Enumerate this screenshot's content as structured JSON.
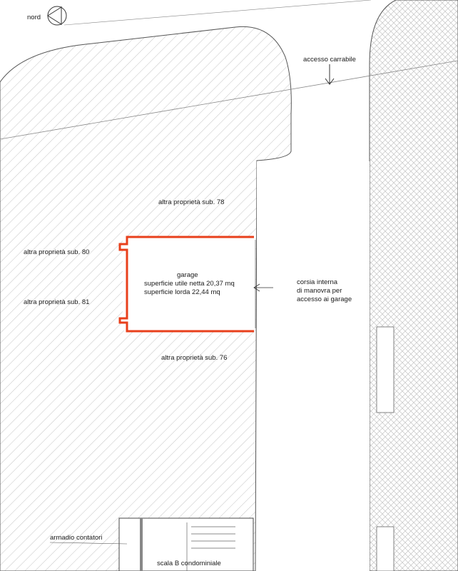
{
  "north_label": "nord",
  "labels": {
    "access": "accesso carrabile",
    "sub78": "altra proprietà sub. 78",
    "sub80": "altra proprietà sub. 80",
    "sub81": "altra proprietà sub. 81",
    "sub76": "altra proprietà sub. 76",
    "corridor": [
      "corsia interna",
      "di manovra per",
      "accesso ai garage"
    ],
    "meter_cabinet": "armadio contatori",
    "stair": "scala B condominiale"
  },
  "garage": {
    "title": "garage",
    "net_area": "superficie utile netta  20,37 mq",
    "gross_area": "superficie lorda  22,44 mq"
  },
  "colors": {
    "garage_wall": "#e8401c",
    "hatch": "#b9b9b9",
    "ink": "#1a1a1a"
  }
}
